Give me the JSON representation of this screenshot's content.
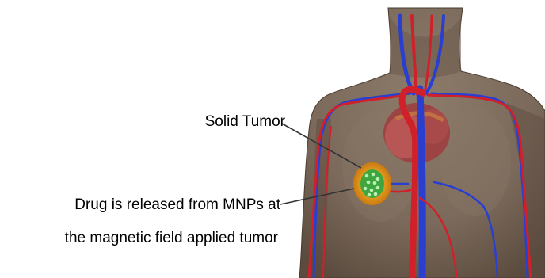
{
  "labels": {
    "solid_tumor": "Solid Tumor",
    "drug_release_line1": "Drug is released from MNPs at",
    "drug_release_line2": "the magnetic field applied tumor"
  },
  "colors": {
    "skin": "#7b6a5b",
    "skin_dark": "#5e4f42",
    "artery": "#d0202a",
    "vein": "#2a3fd0",
    "tumor_halo": "#e8a020",
    "tumor": "#3ea63c",
    "nanoparticle": "#b8f0b8",
    "heart": "#b04a4a"
  },
  "icons": {
    "body": "human-torso-circulatory-illustration"
  }
}
